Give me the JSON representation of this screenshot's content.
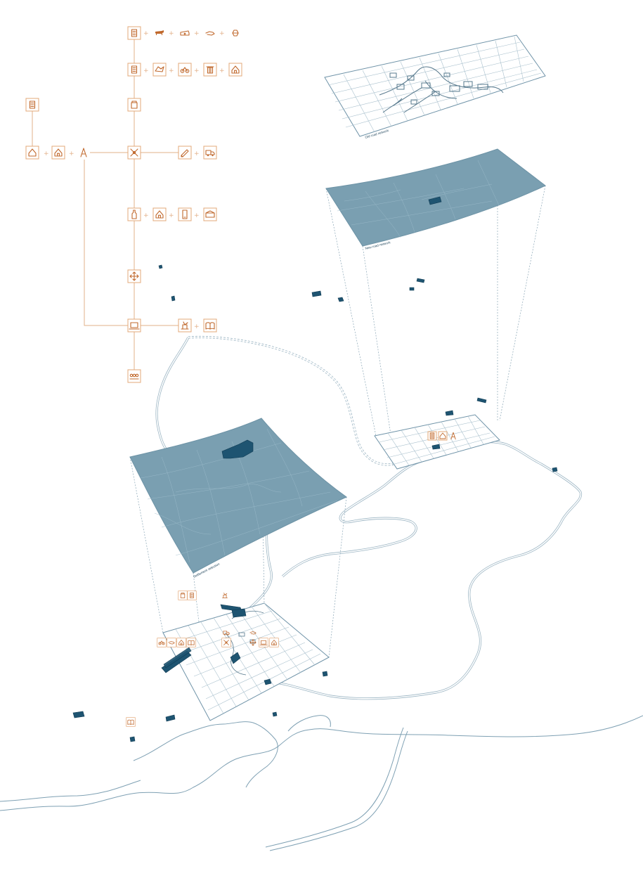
{
  "labels": {
    "top_layer": "Old road network",
    "middle_layer": "New road network",
    "lower_layer": "Settlement selection"
  },
  "icons": {
    "tree_top_row": [
      "document-icon",
      "cow-icon",
      "cheese-icon",
      "hand-icon",
      "honeycomb-icon"
    ],
    "tree_second_row": [
      "document-icon",
      "hands-icon",
      "bicycles-icon",
      "bin-icon",
      "house-icon"
    ],
    "left_chain": [
      "house-icon",
      "house-icon",
      "compass-icon"
    ],
    "hub_outputs": [
      "pencil-icon",
      "truck-icon"
    ],
    "third_row": [
      "bottle-icon",
      "house-icon",
      "phone-icon",
      "tent-icon"
    ],
    "bottom_row": [
      "laptop-icon",
      "sign-icon",
      "book-icon"
    ],
    "end_icon": "people-icon"
  },
  "colors": {
    "accent_orange": "#c0682c",
    "line_orange": "#e2b08a",
    "map_blue": "#7a9fb1",
    "building_blue": "#1e5471",
    "line_blue": "#6f93a8"
  }
}
